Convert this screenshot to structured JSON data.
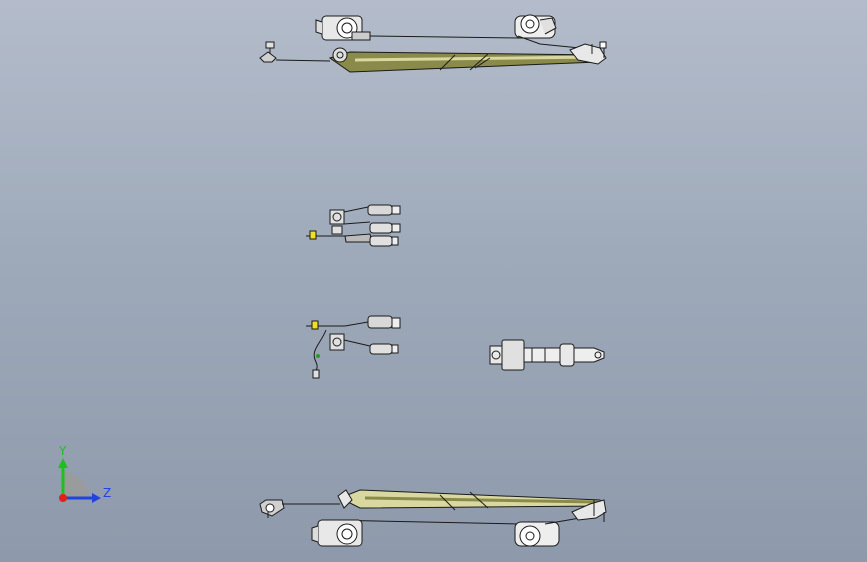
{
  "viewport": {
    "background_top": "#b4bccb",
    "background_bottom": "#8e9aab"
  },
  "triad": {
    "y_label": "Y",
    "z_label": "Z",
    "x_color": "#e0201a",
    "y_color": "#1fbf1f",
    "z_color": "#2343e0"
  },
  "parts": [
    {
      "name": "seatbelt-assembly-top",
      "icon": "seatbelt-assembly-icon"
    },
    {
      "name": "seatbelt-assembly-mid-upper",
      "icon": "seatbelt-assembly-icon"
    },
    {
      "name": "seatbelt-assembly-mid-lower",
      "icon": "seatbelt-assembly-icon"
    },
    {
      "name": "retractor-part",
      "icon": "retractor-icon"
    },
    {
      "name": "seatbelt-assembly-bottom",
      "icon": "seatbelt-assembly-icon"
    }
  ],
  "colors": {
    "webbing": "#8a8a4a",
    "webbing_light": "#d8d8a0",
    "outline": "#1a1a1a",
    "metal": "#e8e8e8"
  }
}
